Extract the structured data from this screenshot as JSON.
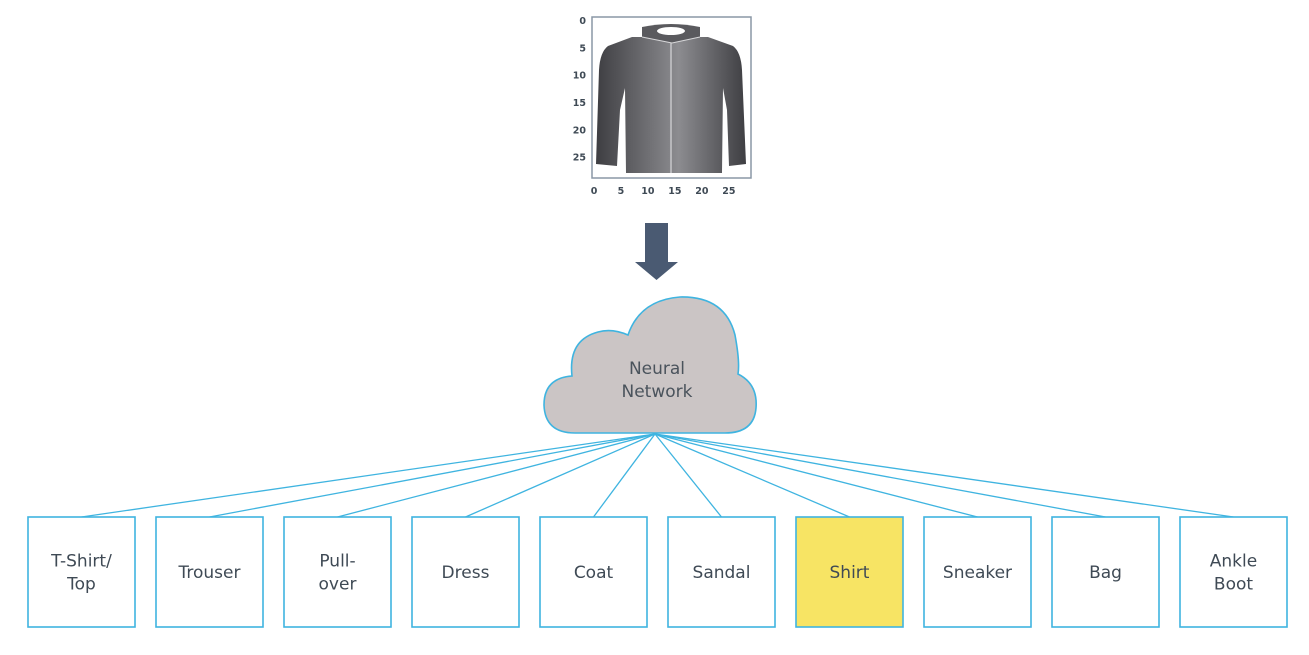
{
  "input_image": {
    "subject": "shirt",
    "y_ticks": [
      "0",
      "5",
      "10",
      "15",
      "20",
      "25"
    ],
    "x_ticks": [
      "0",
      "5",
      "10",
      "15",
      "20",
      "25"
    ],
    "pixel_range": [
      0,
      28
    ]
  },
  "arrow": {
    "icon": "down-arrow-icon",
    "color": "#4a5a72"
  },
  "network": {
    "label_line1": "Neural",
    "label_line2": "Network",
    "fill": "#cbc5c5",
    "stroke": "#3fb4e0"
  },
  "classes": [
    {
      "lines": [
        "T-Shirt/",
        "Top"
      ],
      "highlighted": false
    },
    {
      "lines": [
        "Trouser"
      ],
      "highlighted": false
    },
    {
      "lines": [
        "Pull-",
        "over"
      ],
      "highlighted": false
    },
    {
      "lines": [
        "Dress"
      ],
      "highlighted": false
    },
    {
      "lines": [
        "Coat"
      ],
      "highlighted": false
    },
    {
      "lines": [
        "Sandal"
      ],
      "highlighted": false
    },
    {
      "lines": [
        "Shirt"
      ],
      "highlighted": true
    },
    {
      "lines": [
        "Sneaker"
      ],
      "highlighted": false
    },
    {
      "lines": [
        "Bag"
      ],
      "highlighted": false
    },
    {
      "lines": [
        "Ankle",
        "Boot"
      ],
      "highlighted": false
    }
  ],
  "colors": {
    "line": "#3fb4e0",
    "box_border": "#3fb4e0",
    "highlight": "#f7e464",
    "text": "#3f4a55"
  }
}
